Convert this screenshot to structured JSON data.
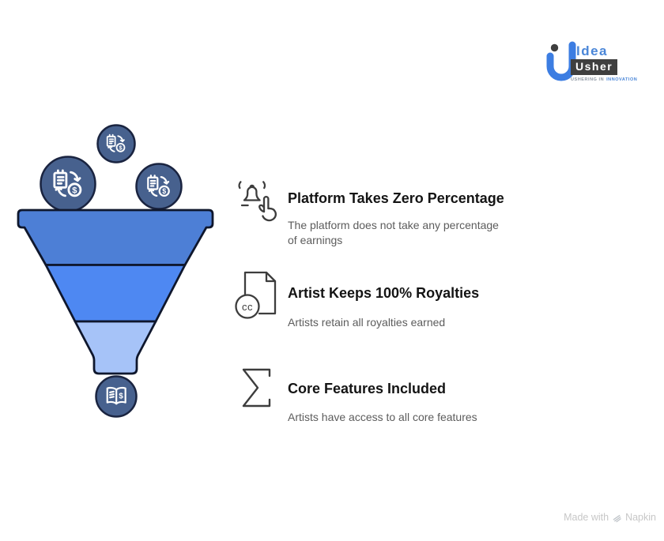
{
  "logo": {
    "brand_top": "Idea",
    "brand_bottom": "Usher",
    "tagline_left": "USHERING IN",
    "tagline_right": "INNOVATION",
    "accent_color": "#3c7de2",
    "badge_color": "#3f3f3f"
  },
  "funnel": {
    "segments": [
      {
        "name": "top",
        "color": "#4d7fd6"
      },
      {
        "name": "middle",
        "color": "#4e88f2"
      },
      {
        "name": "bottom",
        "color": "#a6c3f8"
      }
    ],
    "outline_color": "#0f172d",
    "bubble_fill": "#47618e",
    "bubble_icons": [
      "music-money-exchange-icon",
      "music-money-exchange-icon",
      "music-money-exchange-icon"
    ],
    "outlet_icon": "royalty-ledger-book-icon"
  },
  "symbols": {
    "dollar": "$",
    "cc": "cc"
  },
  "features": [
    {
      "icon": "service-bell-hand-icon",
      "title": "Platform Takes Zero Percentage",
      "description": "The platform does not take any percentage\nof earnings"
    },
    {
      "icon": "cc-license-document-icon",
      "title": "Artist Keeps 100% Royalties",
      "description": "Artists retain all royalties earned"
    },
    {
      "icon": "sigma-icon",
      "title": "Core Features Included",
      "description": "Artists have access to all core features"
    }
  ],
  "watermark": {
    "made_with": "Made with",
    "brand": "Napkin"
  }
}
